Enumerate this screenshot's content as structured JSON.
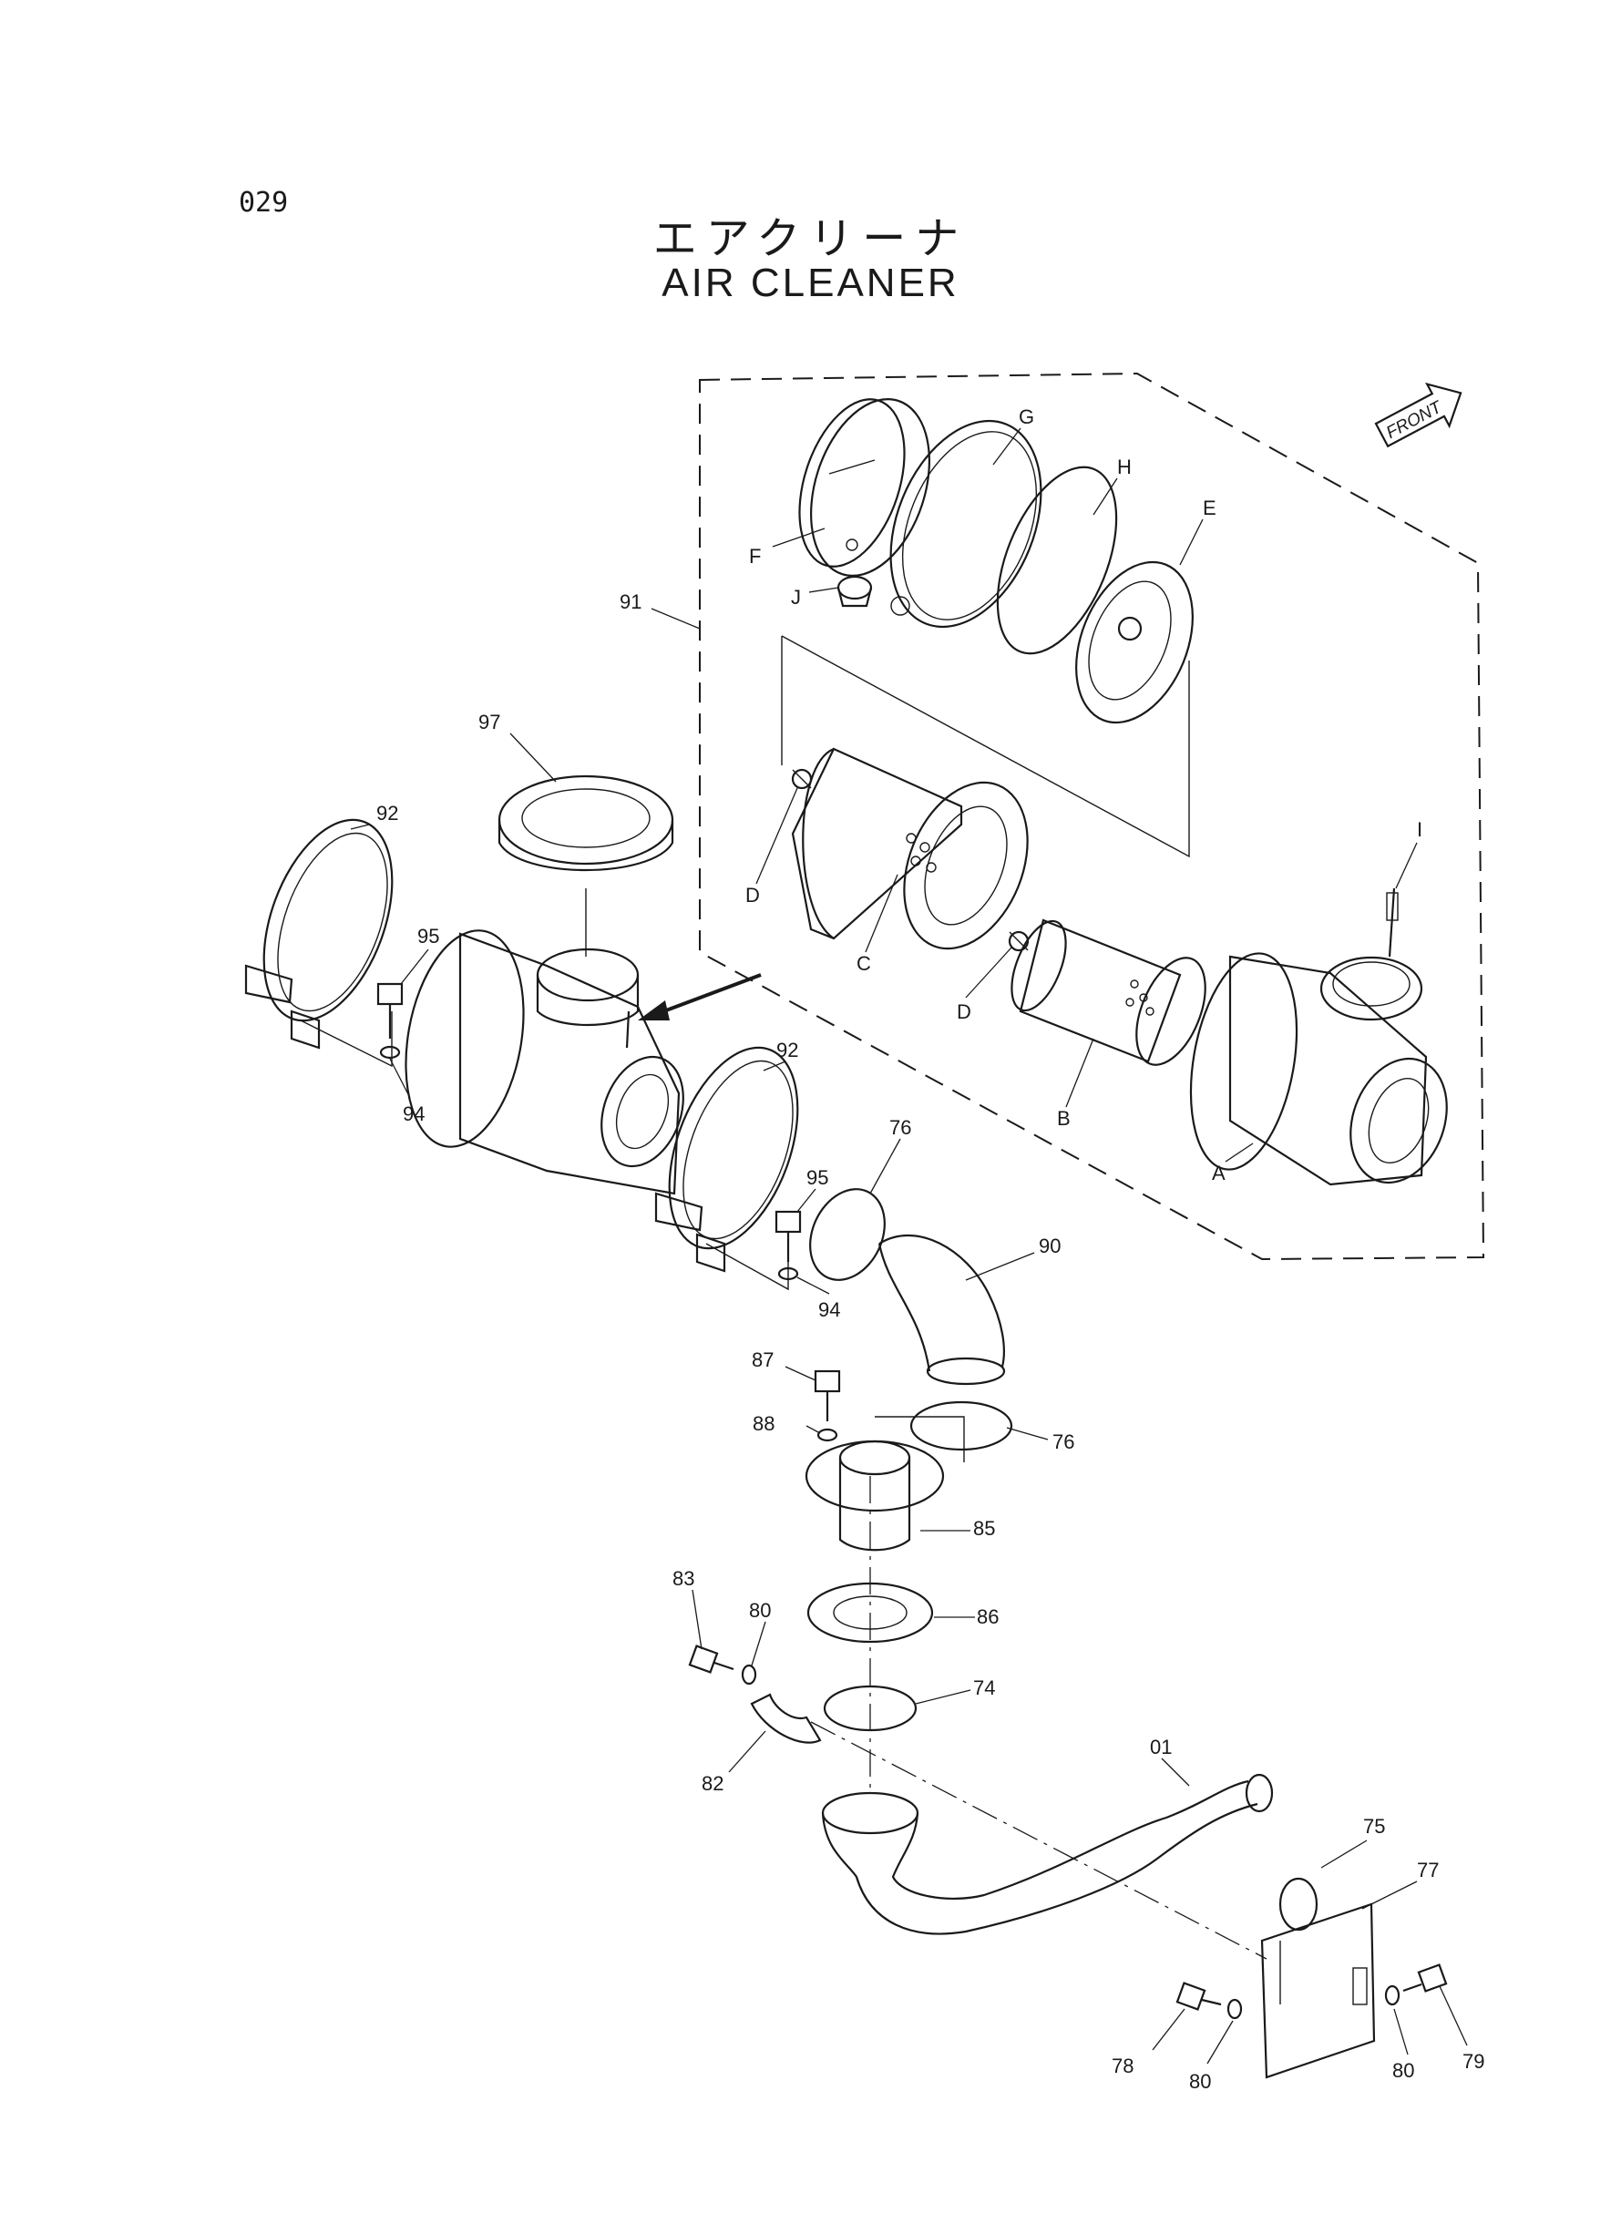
{
  "page_number": "029",
  "title_japanese": "エアクリーナ",
  "title_english": "AIR CLEANER",
  "front_marker": "FRONT",
  "callouts": [
    "91",
    "F",
    "G",
    "H",
    "E",
    "J",
    "97",
    "92",
    "95",
    "94",
    "D",
    "C",
    "D",
    "B",
    "I",
    "A",
    "92",
    "95",
    "94",
    "76",
    "90",
    "87",
    "88",
    "76",
    "85",
    "83",
    "80",
    "86",
    "74",
    "82",
    "01",
    "75",
    "77",
    "78",
    "80",
    "80",
    "79"
  ]
}
